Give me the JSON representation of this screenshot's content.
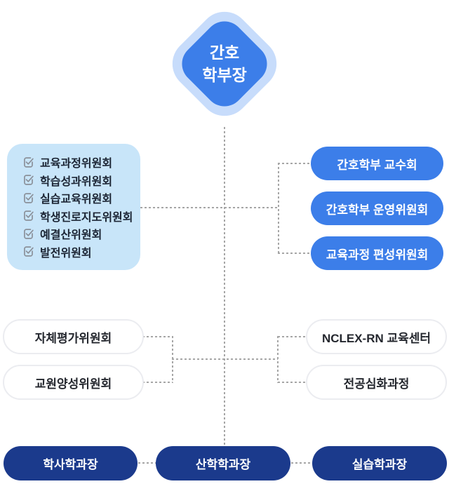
{
  "dean": {
    "line1": "간호",
    "line2": "학부장"
  },
  "committee_box": {
    "items": [
      "교육과정위원회",
      "학습성과위원회",
      "실습교육위원회",
      "학생진로지도위원회",
      "예결산위원회",
      "발전위원회"
    ]
  },
  "faculty_pills": {
    "items": [
      "간호학부 교수회",
      "간호학부 운영위원회",
      "교육과정 편성위원회"
    ]
  },
  "eval_pills": {
    "items": [
      "자체평가위원회",
      "교원양성위원회"
    ]
  },
  "program_pills": {
    "items": [
      "NCLEX-RN 교육센터",
      "전공심화과정"
    ]
  },
  "chair_pills": {
    "items": [
      "학사학과장",
      "산학학과장",
      "실습학과장"
    ]
  },
  "colors": {
    "primary_blue": "#3c7ee9",
    "diamond_ring": "#c7dcfb",
    "committee_box_bg": "#c8e5f9",
    "navy": "#1b3a8c",
    "connector_gray": "#a6a6a6",
    "text_dark": "#1b2433",
    "checkbox_gray": "#8a9099"
  }
}
